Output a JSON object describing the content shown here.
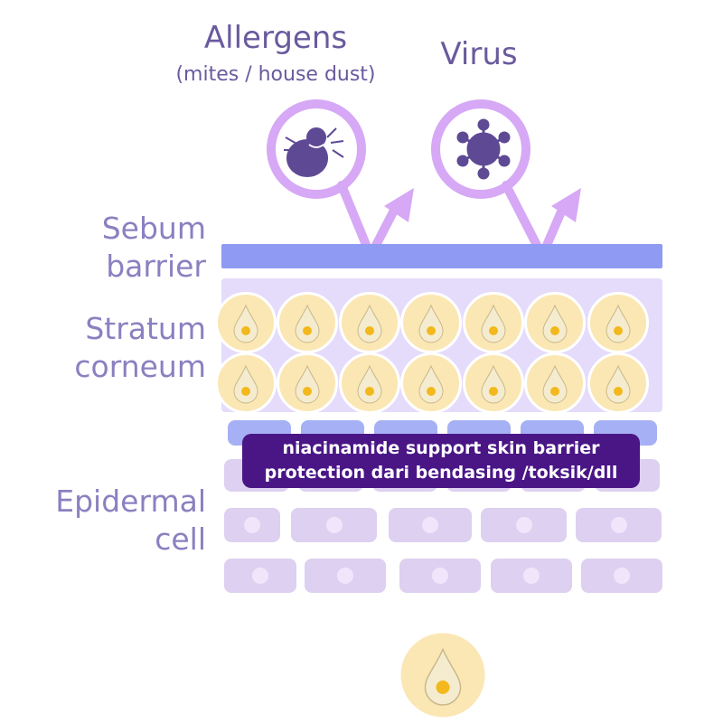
{
  "labels": {
    "allergens": "Allergens",
    "allergens_sub": "(mites / house dust)",
    "virus": "Virus",
    "sebum_1": "Sebum",
    "sebum_2": "barrier",
    "stratum_1": "Stratum",
    "stratum_2": "corneum",
    "epidermal_1": "Epidermal",
    "epidermal_2": "cell"
  },
  "icons": [
    "mite-icon",
    "virus-icon",
    "niacinamide-droplet-icon"
  ],
  "banner": {
    "line1": "niacinamide support skin barrier",
    "line2": "protection dari bendasing /toksik/dll"
  },
  "colors": {
    "sebum": "#8f9af2",
    "stratum": "#e5dbfa",
    "droplet_bg": "#fbe7b4",
    "banner": "#4a1686",
    "label": "#8b80c0",
    "accent": "#d6a8f5"
  }
}
